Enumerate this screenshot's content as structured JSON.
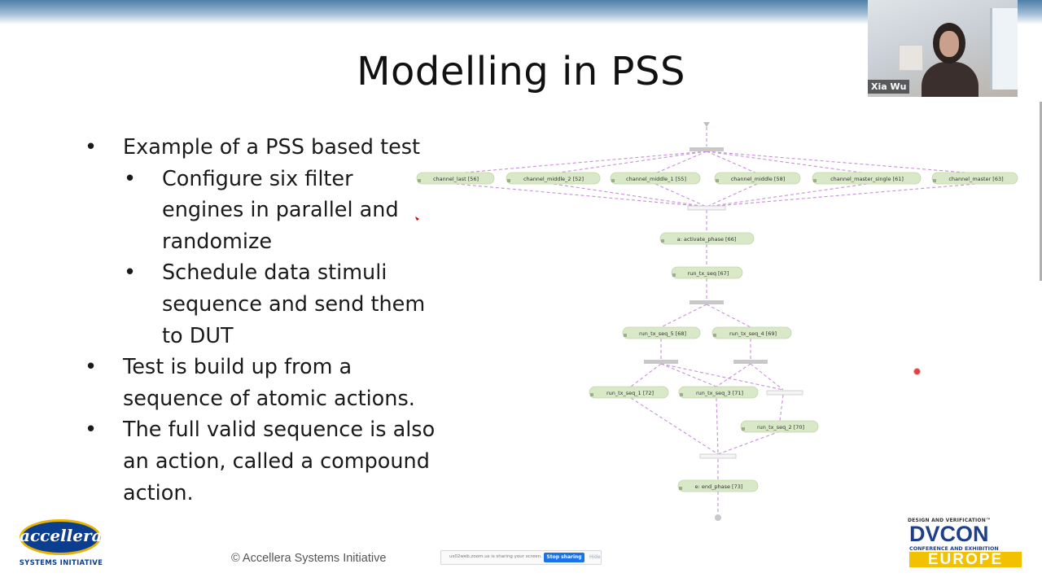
{
  "slide": {
    "title": "Modelling in PSS",
    "bullets": [
      {
        "level": 1,
        "text": "Example of a PSS based test"
      },
      {
        "level": 2,
        "text": "Configure six filter engines in parallel and randomize"
      },
      {
        "level": 2,
        "text": "Schedule data stimuli sequence and send them to DUT"
      },
      {
        "level": 1,
        "text": "Test is build up from a sequence of atomic actions."
      },
      {
        "level": 1,
        "text": "The full valid sequence is also an action, called a compound action."
      }
    ],
    "bullet_glyph": "•",
    "copyright": "© Accellera Systems Initiative"
  },
  "diagram": {
    "nodes": {
      "n56": "channel_last [56]",
      "n52": "channel_middle_2 [52]",
      "n55": "channel_middle_1 [55]",
      "n58": "channel_middle [58]",
      "n61": "channel_master_single [61]",
      "n63": "channel_master [63]",
      "n66": "a: activate_phase [66]",
      "n67": "run_tx_seq [67]",
      "n68": "run_tx_seq_5 [68]",
      "n69": "run_tx_seq_4 [69]",
      "n72": "run_tx_seq_1 [72]",
      "n71": "run_tx_seq_3 [71]",
      "n70": "run_tx_seq_2 [70]",
      "n73": "e: end_phase [73]"
    }
  },
  "webcam": {
    "participant_name": "Xia Wu"
  },
  "logos": {
    "accellera": "accellera",
    "accellera_sub": "SYSTEMS INITIATIVE",
    "dvcon_top": "DESIGN AND VERIFICATION™",
    "dvcon_main": "DVCON",
    "dvcon_conf": "CONFERENCE AND EXHIBITION",
    "dvcon_region": "EUROPE"
  },
  "share_bar": {
    "message": "us02web.zoom.us is sharing your screen.",
    "stop_label": "Stop sharing",
    "hide_label": "Hide"
  },
  "colors": {
    "node_fill": "#d9e8c7",
    "edge": "#c88fdc",
    "accellera_blue": "#0c3e8f",
    "dvcon_yellow": "#f2c200",
    "share_button": "#1a73e8"
  }
}
